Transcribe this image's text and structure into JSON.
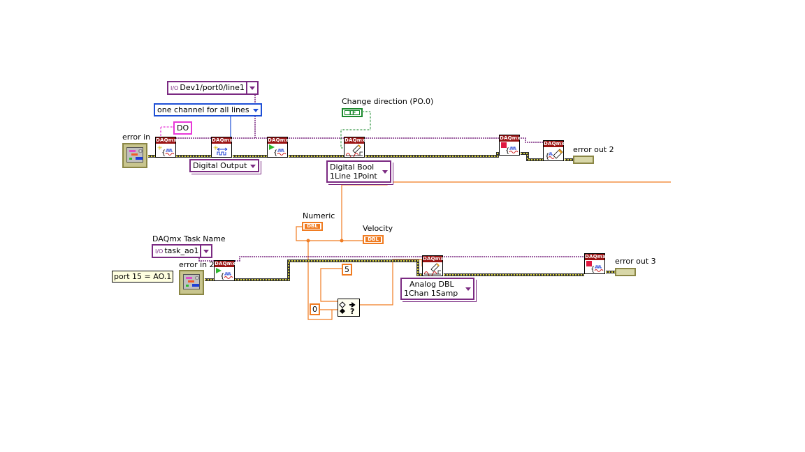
{
  "diagram": {
    "top_loop": {
      "error_in_label": "error in",
      "physical_channel": "Dev1/port0/line1",
      "line_grouping": "one channel for all lines",
      "name_to_assign": "DO",
      "create_channel_type": "Digital Output",
      "boolean_control_label": "Change direction (PO.0)",
      "boolean_control_text": "TF",
      "write_type_line1": "Digital Bool",
      "write_type_line2": "1Line 1Point",
      "error_out_label": "error out 2"
    },
    "bottom_loop": {
      "task_name_label": "DAQmx Task Name",
      "task_name": "task_ao1",
      "error_in_label": "error in 2",
      "free_label": "port 15 = AO.1",
      "numeric_label": "Numeric",
      "numeric_type": "DBL",
      "velocity_label": "Velocity",
      "velocity_type": "DBL",
      "const_five": "5",
      "const_zero": "0",
      "write_type_line1": "Analog DBL",
      "write_type_line2": "1Chan 1Samp",
      "error_out_label": "error out 3"
    },
    "node_header": "DAQmx",
    "io_glyph": "I/O",
    "colors": {
      "error_wire": "#d8d23a",
      "task_wire": "#7b2a82",
      "numeric_wire": "#f07c22",
      "boolean_wire": "#1b8a2e",
      "string_wire": "#e838d8",
      "enum_wire": "#1e4fd6",
      "daqmx_header": "#9b1414"
    }
  }
}
